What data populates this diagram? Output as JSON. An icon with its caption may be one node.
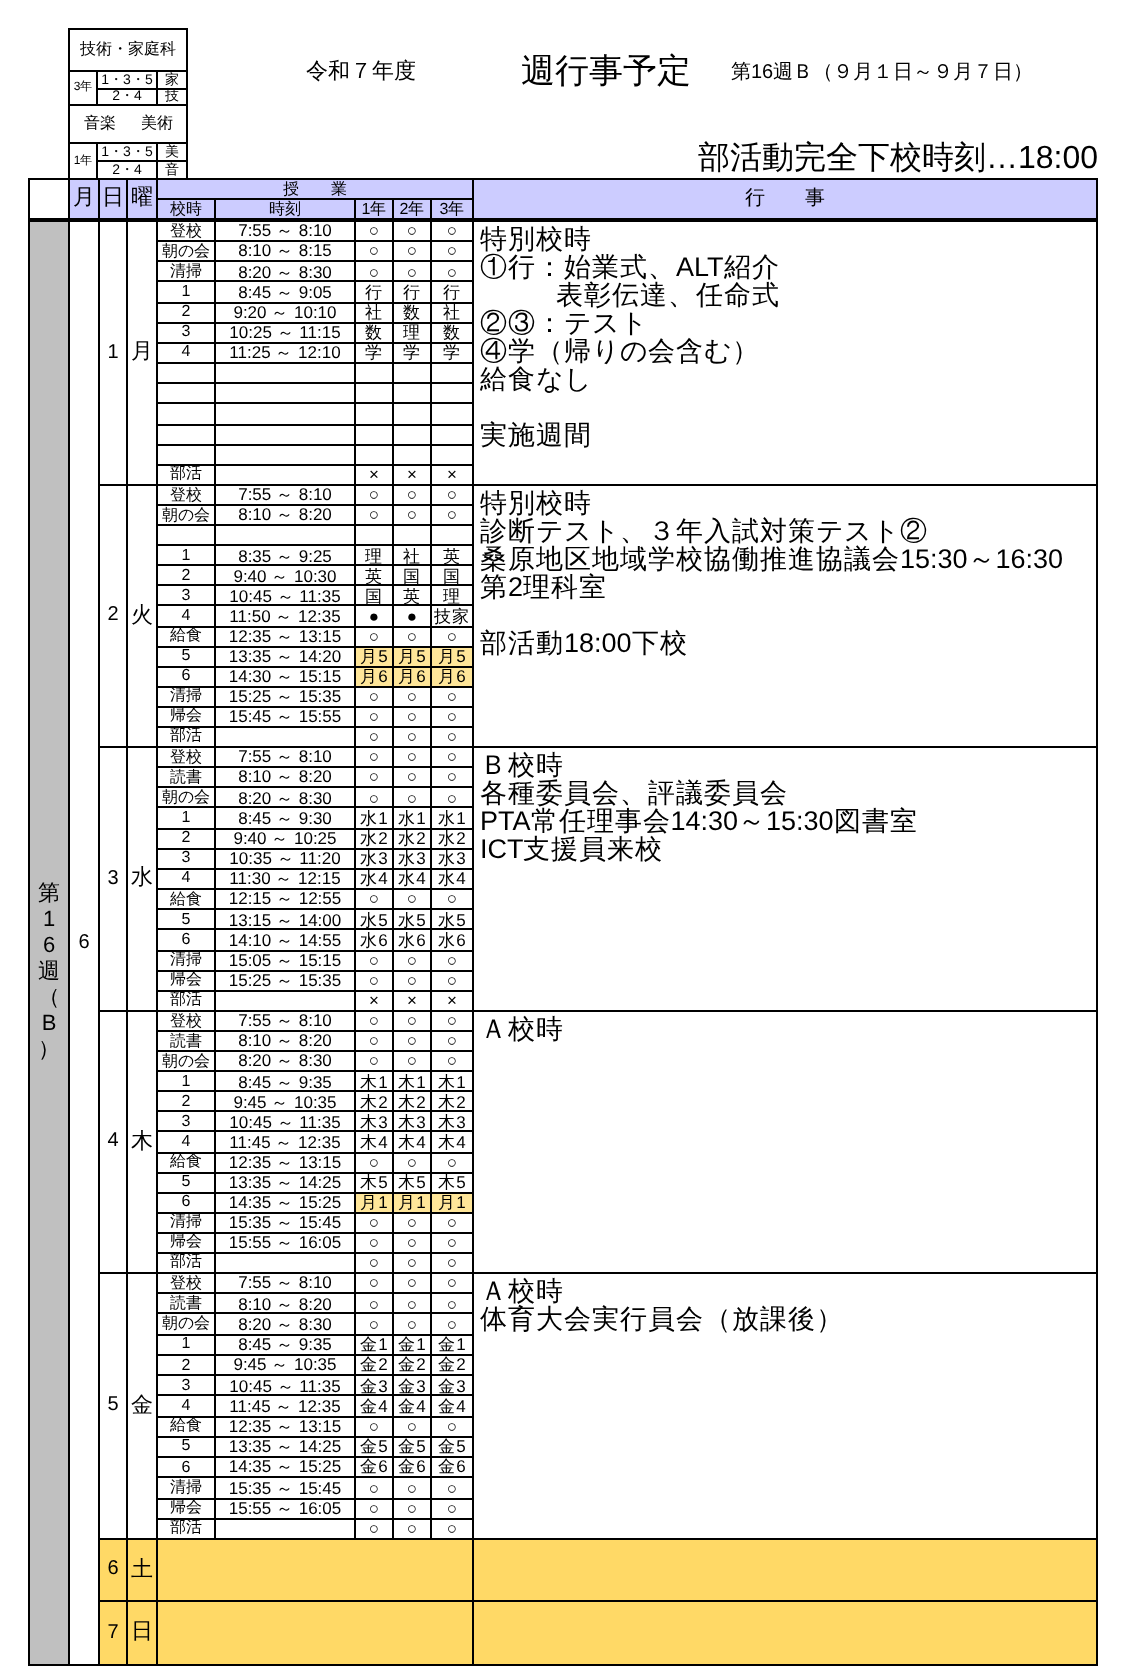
{
  "diagram": {
    "title": "週行事予定",
    "labels": [
      "技術・家庭科",
      "3年",
      "1・3・5",
      "家",
      "2・4",
      "技",
      "音楽",
      "美術",
      "1年",
      "1・3・5",
      "美",
      "2・4",
      "音",
      "令和７年度",
      "第16週Ｂ（９月１日～９月７日）",
      "部活動完全下校時刻…18:00",
      "月",
      "日",
      "曜",
      "授　　業",
      "校時",
      "時刻",
      "1年",
      "2年",
      "3年",
      "行　　事",
      "第16週（B）",
      "6",
      "1",
      "月",
      "登校",
      "7:55 ～ 8:10",
      "○",
      "○",
      "○",
      "朝の会",
      "8:10 ～ 8:15",
      "○",
      "○",
      "○",
      "清掃",
      "8:20 ～ 8:30",
      "○",
      "○",
      "○",
      "1",
      "8:45 ～ 9:05",
      "行",
      "行",
      "行",
      "2",
      "9:20 ～ 10:10",
      "社",
      "数",
      "社",
      "3",
      "10:25 ～ 11:15",
      "数",
      "理",
      "数",
      "4",
      "11:25 ～ 12:10",
      "学",
      "学",
      "学",
      "部活",
      "×",
      "×",
      "×",
      "特別校時",
      "①行：始業式、ALT紹介",
      "表彰伝達、任命式",
      "②③：テスト",
      "④学（帰りの会含む）",
      "給食なし",
      "実施週間",
      "2",
      "火",
      "登校",
      "7:55 ～ 8:10",
      "○",
      "○",
      "○",
      "朝の会",
      "8:10 ～ 8:20",
      "○",
      "○",
      "○",
      "1",
      "8:35 ～ 9:25",
      "理",
      "社",
      "英",
      "2",
      "9:40 ～ 10:30",
      "英",
      "国",
      "国",
      "3",
      "10:45 ～ 11:35",
      "国",
      "英",
      "理",
      "4",
      "11:50 ～ 12:35",
      "●",
      "●",
      "技家",
      "給食",
      "12:35 ～ 13:15",
      "○",
      "○",
      "○",
      "5",
      "13:35 ～ 14:20",
      "月5",
      "月5",
      "月5",
      "6",
      "14:30 ～ 15:15",
      "月6",
      "月6",
      "月6",
      "清掃",
      "15:25 ～ 15:35",
      "○",
      "○",
      "○",
      "帰会",
      "15:45 ～ 15:55",
      "○",
      "○",
      "○",
      "部活",
      "○",
      "○",
      "○",
      "特別校時",
      "診断テスト、３年入試対策テスト②",
      "桑原地区地域学校協働推進協議会15:30～16:30第2理科室",
      "部活動18:00下校",
      "3",
      "水",
      "登校",
      "7:55 ～ 8:10",
      "○",
      "○",
      "○",
      "読書",
      "8:10 ～ 8:20",
      "○",
      "○",
      "○",
      "朝の会",
      "8:20 ～ 8:30",
      "○",
      "○",
      "○",
      "1",
      "8:45 ～ 9:30",
      "水1",
      "水1",
      "水1",
      "2",
      "9:40 ～ 10:25",
      "水2",
      "水2",
      "水2",
      "3",
      "10:35 ～ 11:20",
      "水3",
      "水3",
      "水3",
      "4",
      "11:30 ～ 12:15",
      "水4",
      "水4",
      "水4",
      "給食",
      "12:15 ～ 12:55",
      "○",
      "○",
      "○",
      "5",
      "13:15 ～ 14:00",
      "水5",
      "水5",
      "水5",
      "6",
      "14:10 ～ 14:55",
      "水6",
      "水6",
      "水6",
      "清掃",
      "15:05 ～ 15:15",
      "○",
      "○",
      "○",
      "帰会",
      "15:25 ～ 15:35",
      "○",
      "○",
      "○",
      "部活",
      "×",
      "×",
      "×",
      "Ｂ校時",
      "各種委員会、評議委員会",
      "PTA常任理事会14:30～15:30図書室",
      "ICT支援員来校",
      "4",
      "木",
      "登校",
      "7:55 ～ 8:10",
      "○",
      "○",
      "○",
      "読書",
      "8:10 ～ 8:20",
      "○",
      "○",
      "○",
      "朝の会",
      "8:20 ～ 8:30",
      "○",
      "○",
      "○",
      "1",
      "8:45 ～ 9:35",
      "木1",
      "木1",
      "木1",
      "2",
      "9:45 ～ 10:35",
      "木2",
      "木2",
      "木2",
      "3",
      "10:45 ～ 11:35",
      "木3",
      "木3",
      "木3",
      "4",
      "11:45 ～ 12:35",
      "木4",
      "木4",
      "木4",
      "給食",
      "12:35 ～ 13:15",
      "○",
      "○",
      "○",
      "5",
      "13:35 ～ 14:25",
      "木5",
      "木5",
      "木5",
      "6",
      "14:35 ～ 15:25",
      "月1",
      "月1",
      "月1",
      "清掃",
      "15:35 ～ 15:45",
      "○",
      "○",
      "○",
      "帰会",
      "15:55 ～ 16:05",
      "○",
      "○",
      "○",
      "部活",
      "○",
      "○",
      "○",
      "Ａ校時",
      "5",
      "金",
      "登校",
      "7:55 ～ 8:10",
      "○",
      "○",
      "○",
      "読書",
      "8:10 ～ 8:20",
      "○",
      "○",
      "○",
      "朝の会",
      "8:20 ～ 8:30",
      "○",
      "○",
      "○",
      "1",
      "8:45 ～ 9:35",
      "金1",
      "金1",
      "金1",
      "2",
      "9:45 ～ 10:35",
      "金2",
      "金2",
      "金2",
      "3",
      "10:45 ～ 11:35",
      "金3",
      "金3",
      "金3",
      "4",
      "11:45 ～ 12:35",
      "金4",
      "金4",
      "金4",
      "給食",
      "12:35 ～ 13:15",
      "○",
      "○",
      "○",
      "5",
      "13:35 ～ 14:25",
      "金5",
      "金5",
      "金5",
      "6",
      "14:35 ～ 15:25",
      "金6",
      "金6",
      "金6",
      "清掃",
      "15:35 ～ 15:45",
      "○",
      "○",
      "○",
      "帰会",
      "15:55 ～ 16:05",
      "○",
      "○",
      "○",
      "部活",
      "○",
      "○",
      "○",
      "Ａ校時",
      "体育大会実行員会（放課後）",
      "6",
      "土",
      "7",
      "日"
    ]
  }
}
